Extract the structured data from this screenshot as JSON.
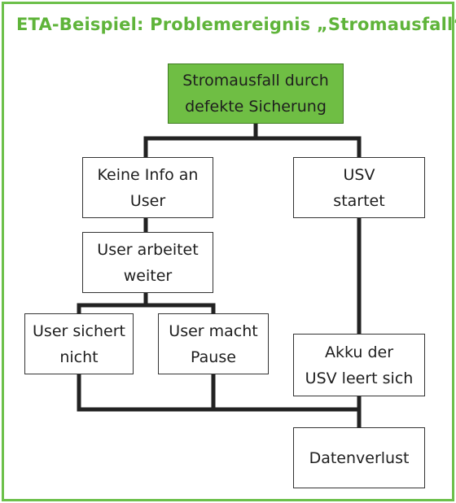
{
  "title": "ETA-Beispiel: Problemereignis „Stromausfall“",
  "colors": {
    "accent": "#6cc04a",
    "root_fill": "#6fbe44",
    "line": "#222222"
  },
  "nodes": {
    "root": "Stromausfall durch\ndefekte Sicherung",
    "keine_info": "Keine Info an\nUser",
    "usv_startet": "USV\nstartet",
    "user_arbeitet": "User arbeitet\nweiter",
    "user_sichert_nicht": "User sichert\nnicht",
    "user_macht_pause": "User macht\nPause",
    "akku_leert": "Akku der\nUSV leert sich",
    "datenverlust": "Datenverlust"
  }
}
